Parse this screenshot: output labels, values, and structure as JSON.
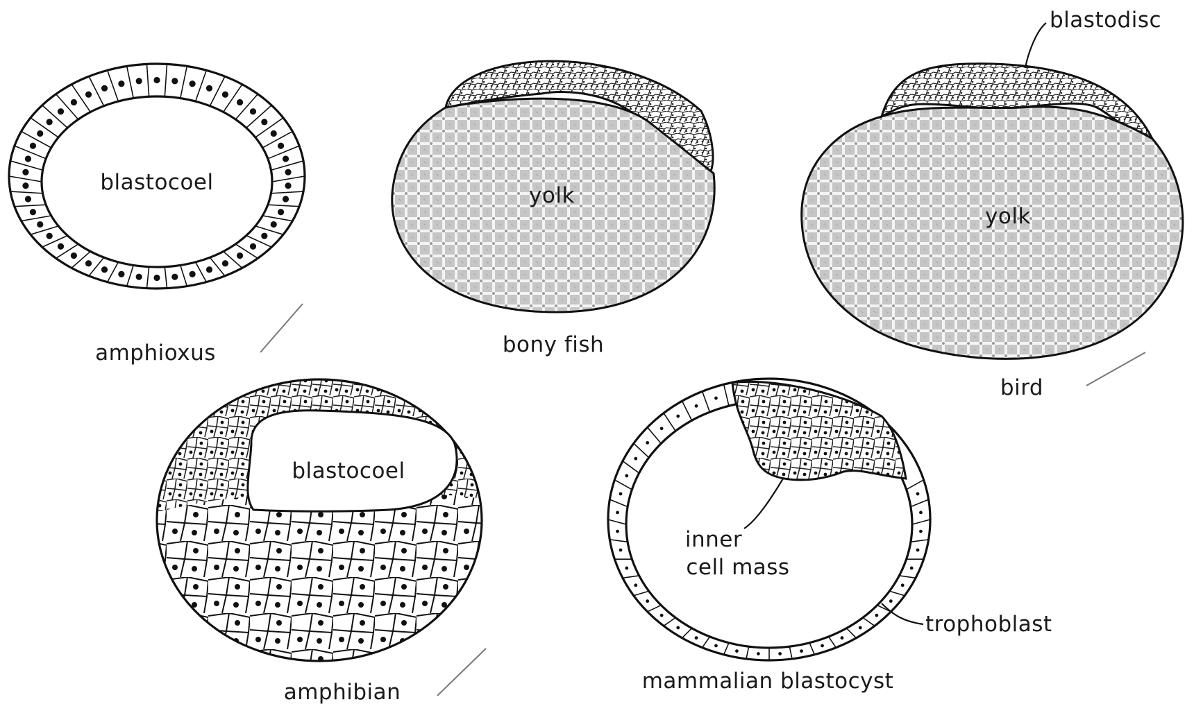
{
  "labels": {
    "amphioxus_cavity": "blastocoel",
    "amphioxus": "amphioxus",
    "fish_yolk": "yolk",
    "bony_fish": "bony fish",
    "blastodisc": "blastodisc",
    "bird_yolk": "yolk",
    "bird": "bird",
    "amphibian_cavity": "blastocoel",
    "amphibian": "amphibian",
    "inner_cell_mass_1": "inner",
    "inner_cell_mass_2": "cell mass",
    "trophoblast": "trophoblast",
    "mammal": "mammalian blastocyst"
  },
  "colors": {
    "ink": "#111111",
    "yolk_fill": "#c9c9c9",
    "yolk_grid": "#ffffff"
  }
}
